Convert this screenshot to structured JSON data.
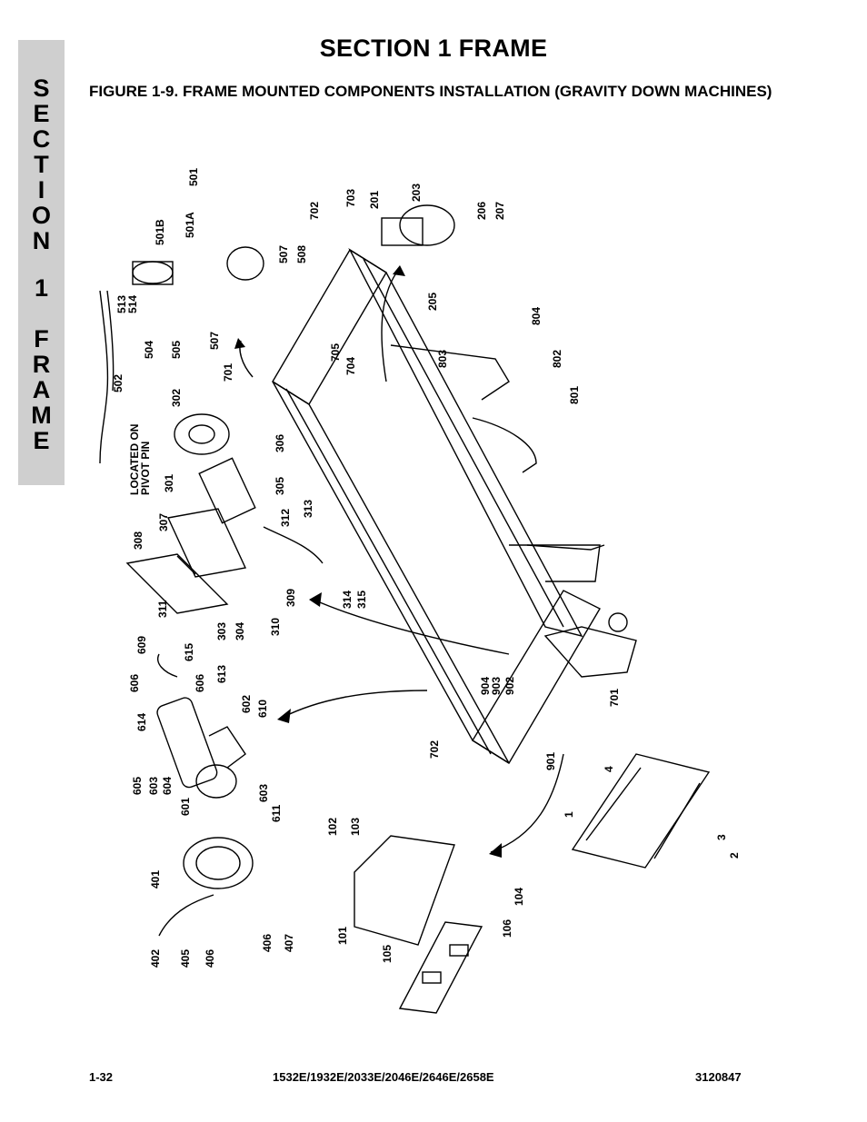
{
  "sidebar": {
    "letters": [
      "S",
      "E",
      "C",
      "T",
      "I",
      "O",
      "N",
      "",
      "1",
      "",
      "F",
      "R",
      "A",
      "M",
      "E"
    ]
  },
  "header": {
    "section_title": "SECTION 1   FRAME",
    "figure_title": "FIGURE 1-9.    FRAME MOUNTED COMPONENTS INSTALLATION (GRAVITY DOWN MACHINES)"
  },
  "diagram": {
    "callouts": [
      "501",
      "501B",
      "501A",
      "507",
      "508",
      "702",
      "703",
      "201",
      "203",
      "206",
      "207",
      "205",
      "513",
      "514",
      "504",
      "505",
      "507",
      "502",
      "701",
      "705",
      "704",
      "302",
      "306",
      "301",
      "305",
      "313",
      "312",
      "308",
      "307",
      "311",
      "303",
      "304",
      "310",
      "309",
      "314",
      "315",
      "803",
      "804",
      "802",
      "801",
      "609",
      "615",
      "606",
      "606",
      "613",
      "614",
      "602",
      "610",
      "605",
      "603",
      "604",
      "601",
      "603",
      "611",
      "904",
      "903",
      "902",
      "701",
      "702",
      "901",
      "4",
      "1",
      "3",
      "2",
      "102",
      "103",
      "104",
      "106",
      "101",
      "105",
      "401",
      "402",
      "405",
      "406",
      "406",
      "407"
    ],
    "note_line1": "LOCATED ON",
    "note_line2": "PIVOT PIN"
  },
  "footer": {
    "page": "1-32",
    "models": "1532E/1932E/2033E/2046E/2646E/2658E",
    "doc_number": "3120847"
  }
}
